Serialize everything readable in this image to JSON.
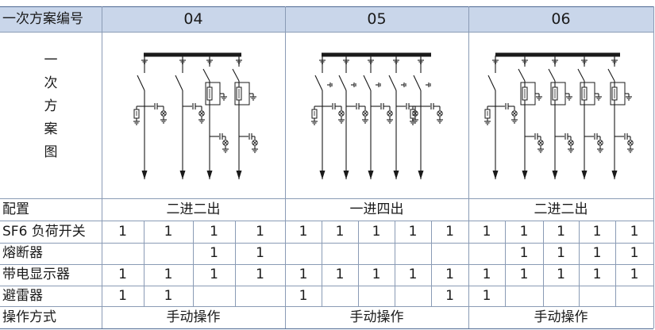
{
  "table": {
    "header_label": "一次方案编号",
    "schemes": [
      "04",
      "05",
      "06"
    ],
    "diagram_label_chars": [
      "一",
      "次",
      "方",
      "案",
      "图"
    ],
    "config_label": "配置",
    "configs": [
      "二进二出",
      "一进四出",
      "二进二出"
    ],
    "rows": [
      {
        "label": "SF6 负荷开关",
        "values": [
          [
            "1",
            "1",
            "1",
            "1"
          ],
          [
            "1",
            "1",
            "1",
            "1",
            "1"
          ],
          [
            "1",
            "1",
            "1",
            "1",
            "1"
          ]
        ]
      },
      {
        "label": "熔断器",
        "values": [
          [
            "",
            "",
            "1",
            "1"
          ],
          [
            "",
            "",
            "",
            "",
            ""
          ],
          [
            "",
            "1",
            "1",
            "1",
            "1"
          ]
        ]
      },
      {
        "label": "带电显示器",
        "values": [
          [
            "1",
            "1",
            "1",
            "1"
          ],
          [
            "1",
            "1",
            "1",
            "1",
            "1"
          ],
          [
            "1",
            "1",
            "1",
            "1",
            "1"
          ]
        ]
      },
      {
        "label": "避雷器",
        "values": [
          [
            "1",
            "1",
            "",
            ""
          ],
          [
            "1",
            "",
            "",
            "",
            "1"
          ],
          [
            "1",
            "",
            "",
            "",
            ""
          ]
        ]
      }
    ],
    "operation_label": "操作方式",
    "operations": [
      "手动操作",
      "手动操作",
      "手动操作"
    ]
  },
  "colors": {
    "header_fill": "#c9d6ea",
    "grid_line": "#8a9bb5",
    "drawing_line": "#1a1a1a"
  }
}
